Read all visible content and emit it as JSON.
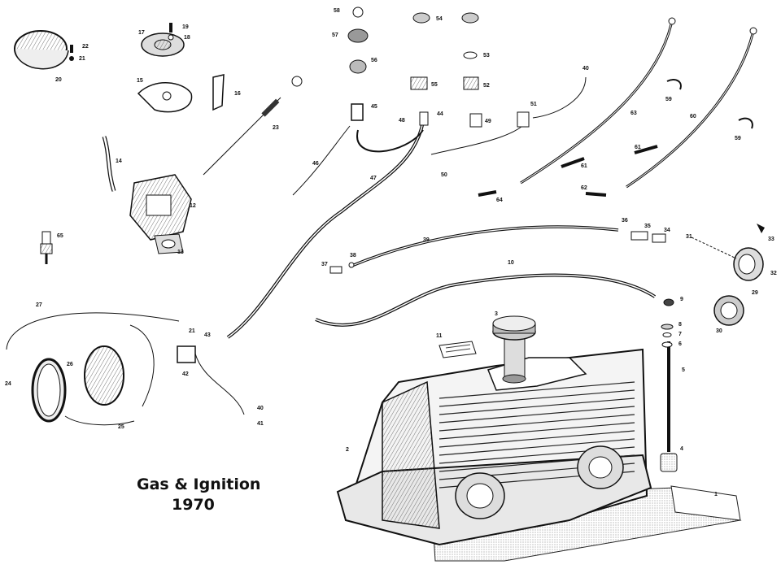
{
  "title": {
    "line1": "Gas & Ignition",
    "line2": "1970"
  },
  "labels": [
    "1",
    "2",
    "3",
    "4",
    "5",
    "6",
    "7",
    "8",
    "9",
    "10",
    "11",
    "12",
    "13",
    "14",
    "15",
    "16",
    "17",
    "18",
    "19",
    "20",
    "21",
    "22",
    "23",
    "24",
    "25",
    "26",
    "27",
    "29",
    "30",
    "31",
    "32",
    "33",
    "34",
    "35",
    "36",
    "37",
    "38",
    "39",
    "40",
    "41",
    "42",
    "43",
    "44",
    "45",
    "46",
    "47",
    "48",
    "49",
    "50",
    "51",
    "52",
    "53",
    "54",
    "55",
    "56",
    "57",
    "58",
    "59",
    "60",
    "61",
    "62",
    "63",
    "64",
    "65"
  ]
}
